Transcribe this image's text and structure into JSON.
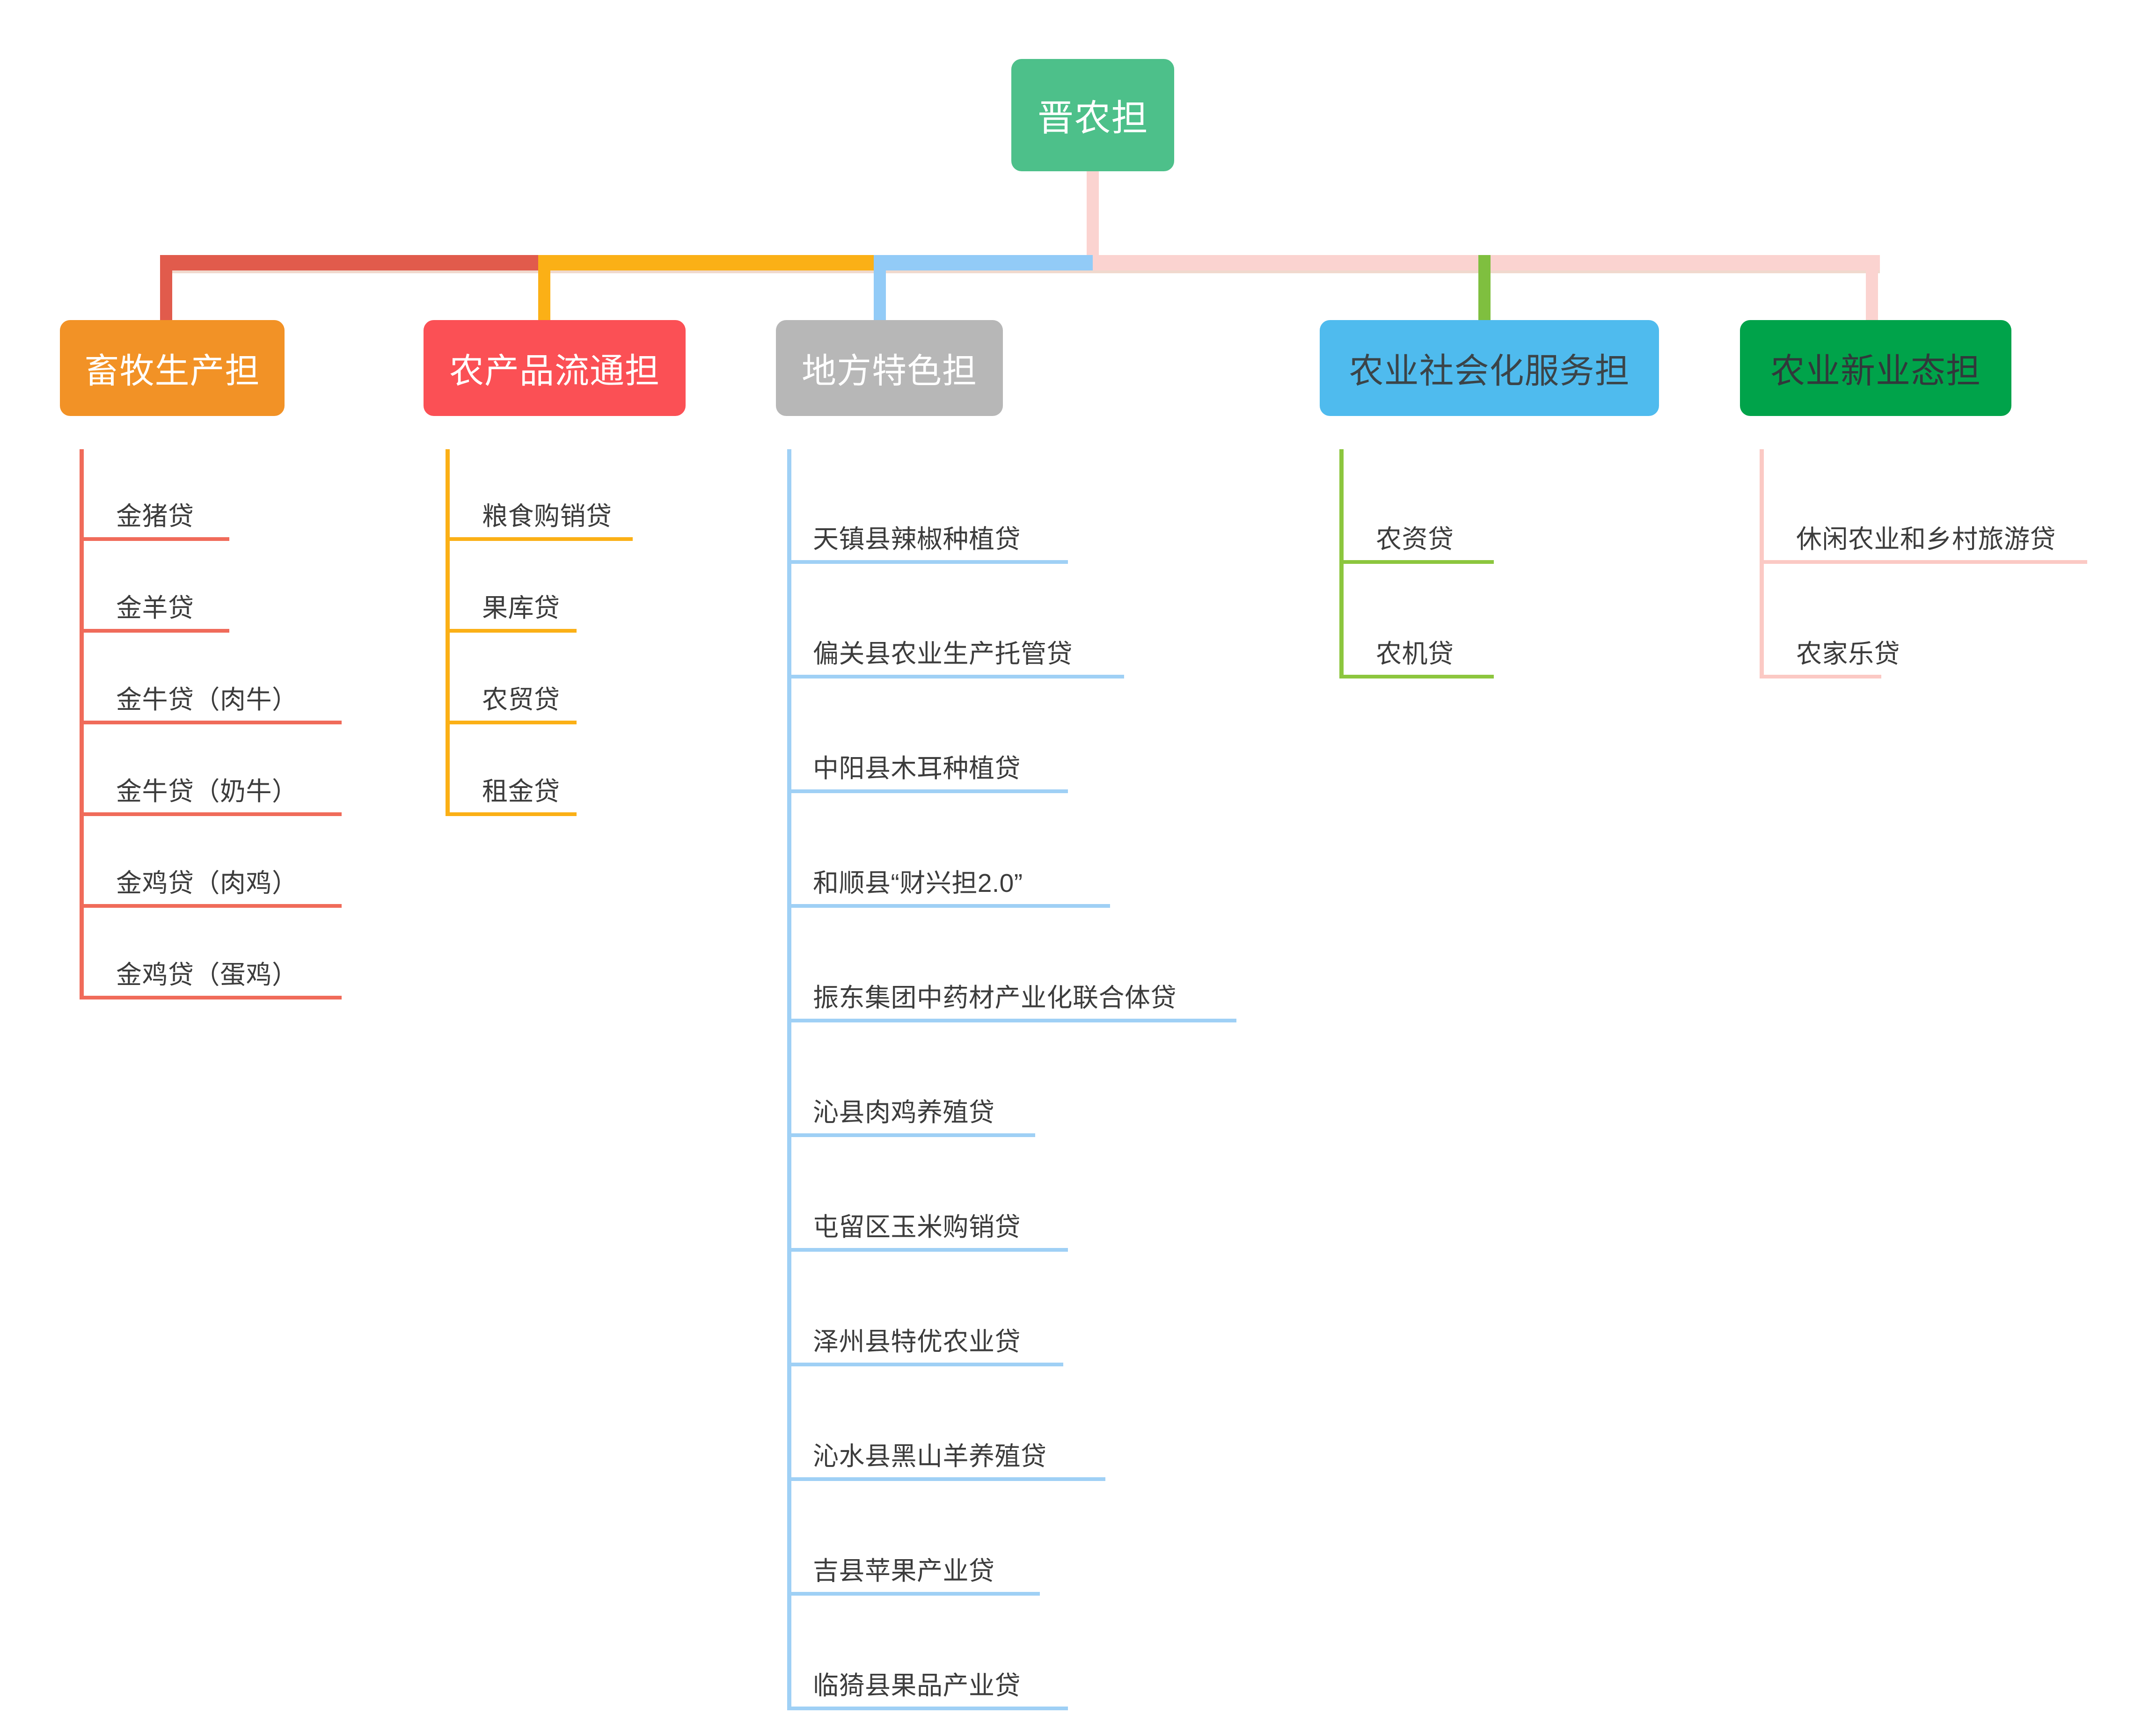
{
  "diagram": {
    "type": "organization-tree",
    "title_node": "晋农担",
    "root": {
      "label": "晋农担",
      "fill": "#4DC08A",
      "text_color": "#FFFFFF",
      "stem_color": "#FBD3D0"
    },
    "trunk": {
      "segments": [
        {
          "color": "#E15B4C",
          "label": "畜牧生产担-segment"
        },
        {
          "color": "#FBB016",
          "label": "农产品流通担-segment"
        },
        {
          "color": "#92CBF7",
          "label": "地方特色担-segment"
        },
        {
          "color": "#FBD3D0",
          "label": "农业社会化服务担-segment"
        },
        {
          "color": "#FBD3D0",
          "label": "农业新业态担-segment"
        }
      ],
      "underline_color": "#F0D9CE"
    },
    "branches": [
      {
        "id": "b1",
        "label": "畜牧生产担",
        "fill": "#F29226",
        "text_color": "#FFFFFF",
        "connector_color": "#E15B4C",
        "leaf_color": "#F06B5A",
        "leaves": [
          "金猪贷",
          "金羊贷",
          "金牛贷（肉牛）",
          "金牛贷（奶牛）",
          "金鸡贷（肉鸡）",
          "金鸡贷（蛋鸡）"
        ]
      },
      {
        "id": "b2",
        "label": "农产品流通担",
        "fill": "#FB5055",
        "text_color": "#FFFFFF",
        "connector_color": "#FBB016",
        "leaf_color": "#FBB016",
        "leaves": [
          "粮食购销贷",
          "果库贷",
          "农贸贷",
          "租金贷"
        ]
      },
      {
        "id": "b3",
        "label": "地方特色担",
        "fill": "#B7B7B7",
        "text_color": "#FFFFFF",
        "connector_color": "#92CBF7",
        "leaf_color": "#9FD0F5",
        "leaves": [
          "天镇县辣椒种植贷",
          "偏关县农业生产托管贷",
          "中阳县木耳种植贷",
          "和顺县“财兴担2.0”",
          "振东集团中药材产业化联合体贷",
          "沁县肉鸡养殖贷",
          "屯留区玉米购销贷",
          "泽州县特优农业贷",
          "沁水县黑山羊养殖贷",
          "吉县苹果产业贷",
          "临猗县果品产业贷"
        ]
      },
      {
        "id": "b4",
        "label": "农业社会化服务担",
        "fill": "#4FBBEE",
        "text_color": "#3B4448",
        "connector_color": "#7FBF3F",
        "leaf_color": "#8CC63E",
        "leaves": [
          "农资贷",
          "农机贷"
        ]
      },
      {
        "id": "b5",
        "label": "农业新业态担",
        "fill": "#00A34A",
        "text_color": "#31383B",
        "connector_color": "#FBD3D0",
        "leaf_color": "#FBC9C4",
        "leaves": [
          "休闲农业和乡村旅游贷",
          "农家乐贷"
        ]
      }
    ]
  }
}
